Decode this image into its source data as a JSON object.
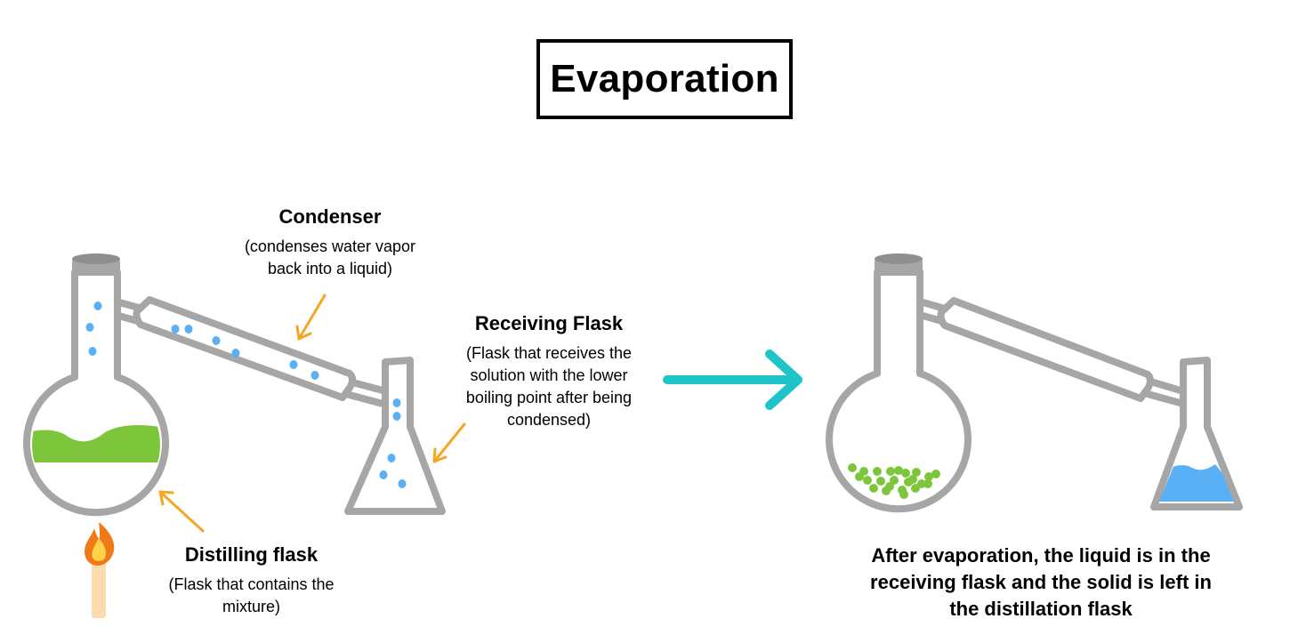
{
  "title": "Evaporation",
  "labels": {
    "condenser": {
      "heading": "Condenser",
      "desc_line1": "(condenses water vapor",
      "desc_line2": "back into a liquid)"
    },
    "receiving": {
      "heading": "Receiving Flask",
      "desc_line1": "(Flask that receives the",
      "desc_line2": "solution with the lower",
      "desc_line3": "boiling point after being",
      "desc_line4": "condensed)"
    },
    "distilling": {
      "heading": "Distilling flask",
      "desc_line1": "(Flask that contains the",
      "desc_line2": "mixture)"
    }
  },
  "result_text": {
    "line1": "After evaporation, the liquid is in the",
    "line2": "receiving flask and the solid is left in",
    "line3": "the distillation flask"
  },
  "colors": {
    "glass": "#a6a6a6",
    "mixture": "#7dc63b",
    "droplet": "#5ab0f5",
    "pointer_arrow": "#f5a623",
    "process_arrow": "#1fc4c8",
    "flame": "#f07a1a",
    "candle": "#fcdcae"
  }
}
